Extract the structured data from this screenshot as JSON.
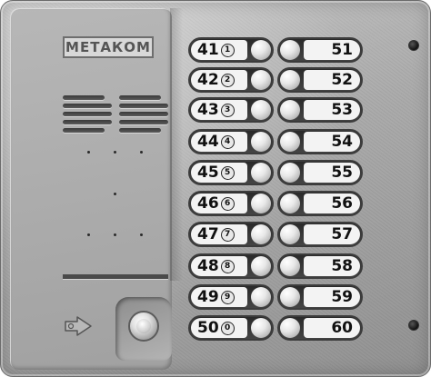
{
  "panel": {
    "brand": "МЕТАКОМ"
  },
  "buttons_left": [
    {
      "number": "41",
      "sub": "1"
    },
    {
      "number": "42",
      "sub": "2"
    },
    {
      "number": "43",
      "sub": "3"
    },
    {
      "number": "44",
      "sub": "4"
    },
    {
      "number": "45",
      "sub": "5"
    },
    {
      "number": "46",
      "sub": "6"
    },
    {
      "number": "47",
      "sub": "7"
    },
    {
      "number": "48",
      "sub": "8"
    },
    {
      "number": "49",
      "sub": "9"
    },
    {
      "number": "50",
      "sub": "0"
    }
  ],
  "buttons_right": [
    {
      "number": "51"
    },
    {
      "number": "52"
    },
    {
      "number": "53"
    },
    {
      "number": "54"
    },
    {
      "number": "55"
    },
    {
      "number": "56"
    },
    {
      "number": "57"
    },
    {
      "number": "58"
    },
    {
      "number": "59"
    },
    {
      "number": "60"
    }
  ],
  "icons": {
    "key": "key-icon",
    "reader": "key-reader-icon",
    "screw": "screw-icon"
  },
  "colors": {
    "panel_metal": "#a9a9a9",
    "button_frame": "#333333",
    "button_label_bg": "#f3f3f3"
  }
}
